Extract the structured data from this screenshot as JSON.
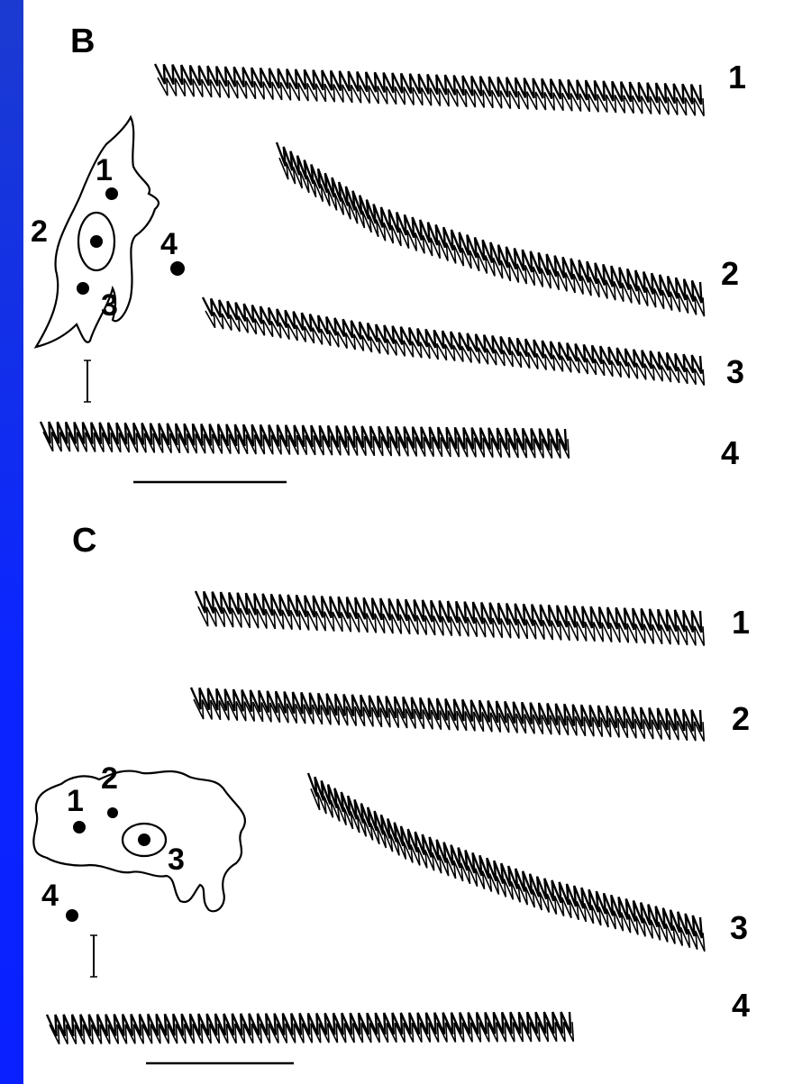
{
  "panels": [
    {
      "id": "B",
      "label": "B",
      "trace_numbers": [
        "1",
        "2",
        "3",
        "4"
      ],
      "cell_point_labels": [
        "1",
        "2",
        "3",
        "4"
      ]
    },
    {
      "id": "C",
      "label": "C",
      "trace_numbers": [
        "1",
        "2",
        "3",
        "4"
      ],
      "cell_point_labels": [
        "1",
        "2",
        "3",
        "4"
      ]
    }
  ],
  "colors": {
    "slide_background": "#0a22ff",
    "figure_background": "#ffffff",
    "ink": "#000000"
  }
}
